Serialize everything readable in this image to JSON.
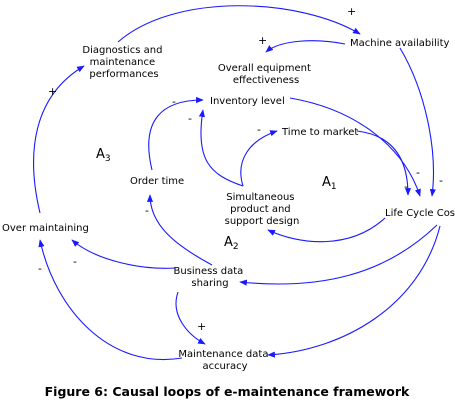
{
  "nodes": {
    "diagnostics": [
      "Diagnostics and",
      "maintenance",
      "performances"
    ],
    "machine_availability": "Machine availability",
    "oee": [
      "Overall equipment",
      "effectiveness"
    ],
    "inventory_level": "Inventory level",
    "time_to_market": "Time to market",
    "order_time": "Order time",
    "simultaneous": [
      "Simultaneous",
      "product and",
      "support design"
    ],
    "life_cycle_cost": "Life Cycle Cost",
    "over_maintaining": "Over maintaining",
    "business_data_sharing": [
      "Business data",
      "sharing"
    ],
    "maintenance_data_accuracy": [
      "Maintenance data",
      "accuracy"
    ]
  },
  "loops": [
    {
      "letter": "A",
      "sub": "3"
    },
    {
      "letter": "A",
      "sub": "1"
    },
    {
      "letter": "A",
      "sub": "2"
    }
  ],
  "signs": {
    "diag_to_machine": "+",
    "machine_to_oee": "+",
    "over_to_diag": "+",
    "order_to_inventory": "-",
    "simul_to_inventory": "-",
    "simul_to_ttm": "-",
    "ttm_to_lcc": "-",
    "inventory_to_lcc": "-",
    "machine_to_lcc": "-",
    "business_to_order": "-",
    "business_to_over": "-",
    "mda_to_over": "-",
    "business_to_mda": "+"
  },
  "caption": "Figure 6: Causal loops of e-maintenance framework",
  "colors": {
    "arrows": "#1a1aff",
    "text": "#000000"
  }
}
